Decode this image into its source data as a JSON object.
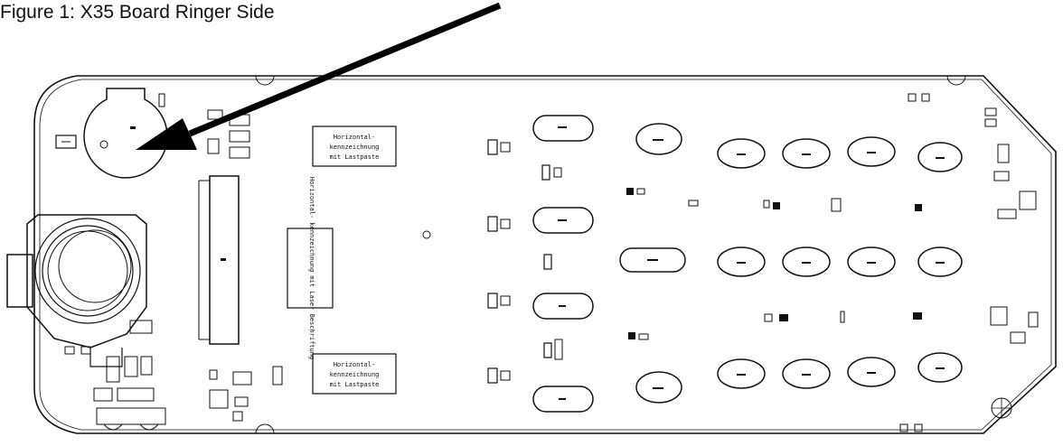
{
  "figure": {
    "caption": "Figure 1: X35 Board Ringer Side",
    "markings": {
      "main_1": "Horizontal-",
      "main_2": "kennzeichnung",
      "main_3": "mit Lastpaste",
      "vertical": "Horizontal- kennzeichnung mit Laser Beschriftung"
    }
  },
  "colors": {
    "ink": "#111111",
    "board_fill": "#ffffff",
    "arrow": "#000000"
  }
}
